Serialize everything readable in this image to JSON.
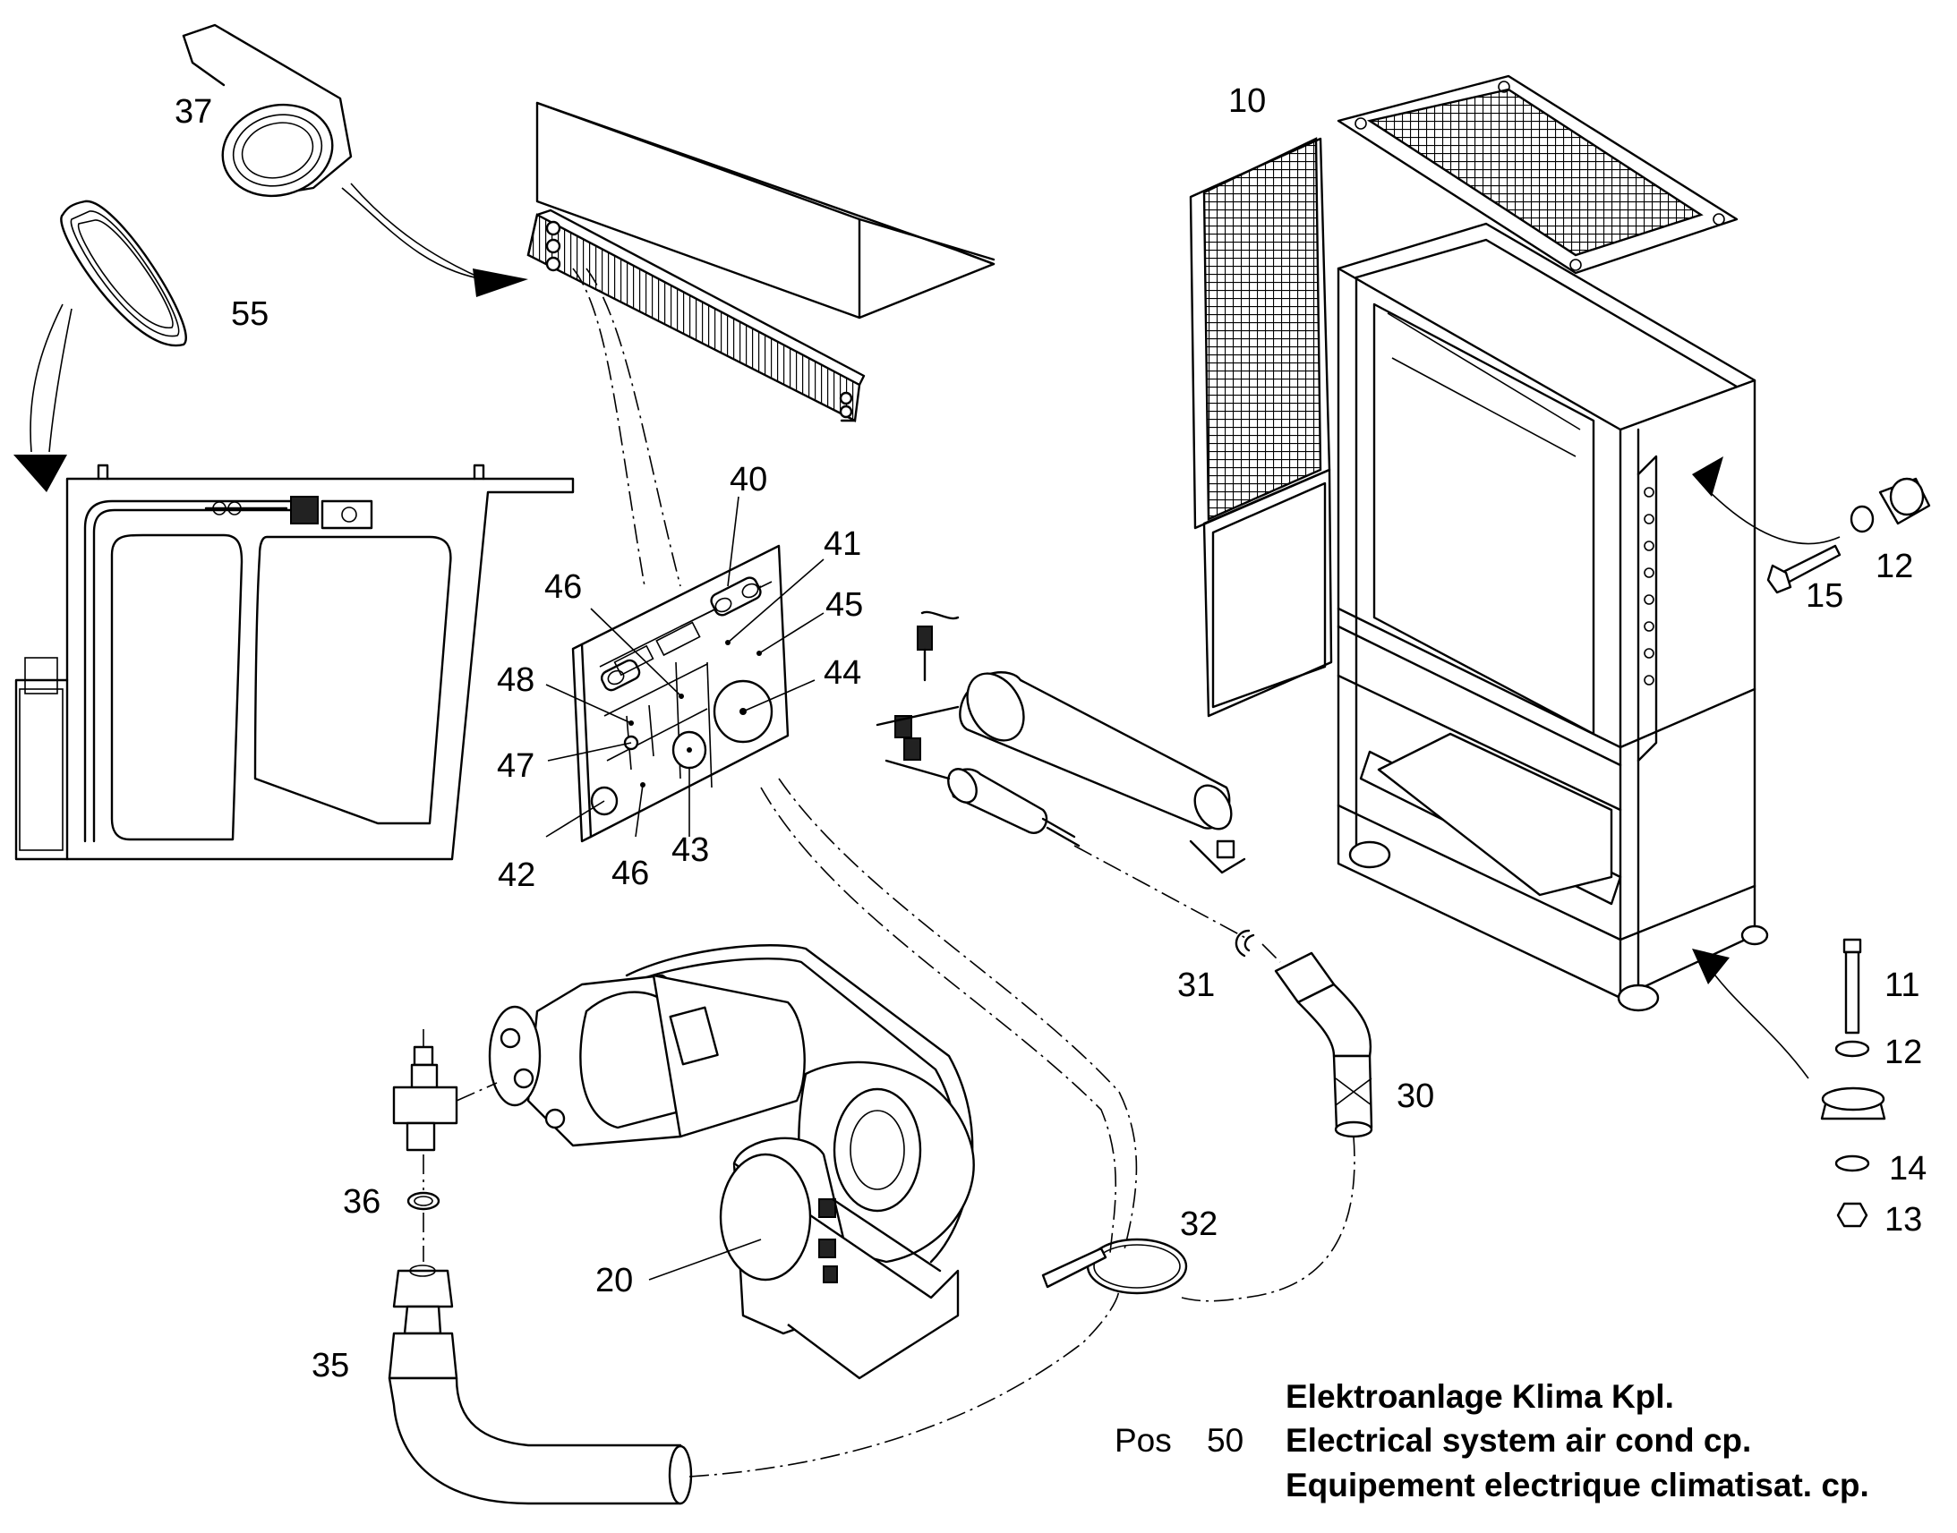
{
  "callouts": [
    {
      "id": "c10",
      "text": "10"
    },
    {
      "id": "c11",
      "text": "11"
    },
    {
      "id": "c12a",
      "text": "12"
    },
    {
      "id": "c12b",
      "text": "12"
    },
    {
      "id": "c13",
      "text": "13"
    },
    {
      "id": "c14",
      "text": "14"
    },
    {
      "id": "c15",
      "text": "15"
    },
    {
      "id": "c20",
      "text": "20"
    },
    {
      "id": "c30",
      "text": "30"
    },
    {
      "id": "c31",
      "text": "31"
    },
    {
      "id": "c32",
      "text": "32"
    },
    {
      "id": "c35",
      "text": "35"
    },
    {
      "id": "c36",
      "text": "36"
    },
    {
      "id": "c37",
      "text": "37"
    },
    {
      "id": "c40",
      "text": "40"
    },
    {
      "id": "c41",
      "text": "41"
    },
    {
      "id": "c42",
      "text": "42"
    },
    {
      "id": "c43",
      "text": "43"
    },
    {
      "id": "c44",
      "text": "44"
    },
    {
      "id": "c45",
      "text": "45"
    },
    {
      "id": "c46a",
      "text": "46"
    },
    {
      "id": "c46b",
      "text": "46"
    },
    {
      "id": "c47",
      "text": "47"
    },
    {
      "id": "c48",
      "text": "48"
    },
    {
      "id": "c55",
      "text": "55"
    }
  ],
  "caption": {
    "pos_label": "Pos",
    "pos_number": "50",
    "line_de": "Elektroanlage Klima Kpl.",
    "line_en": "Electrical system air cond cp.",
    "line_fr": "Equipement electrique climatisat. cp."
  }
}
